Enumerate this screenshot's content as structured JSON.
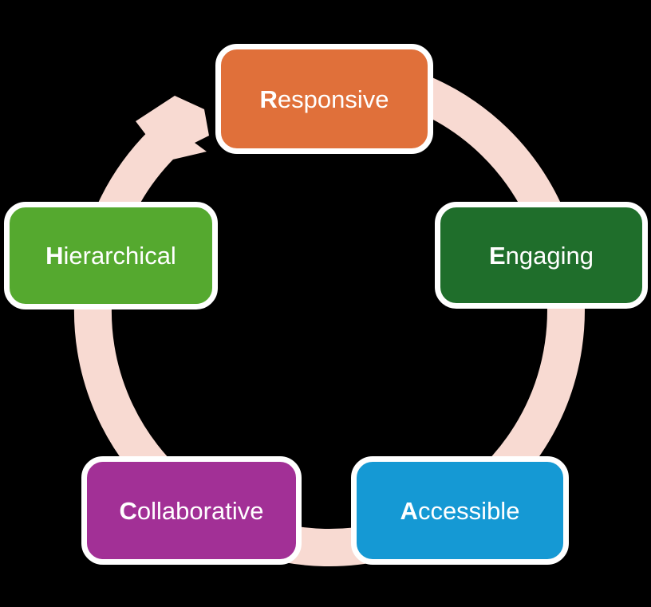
{
  "background": "#000000",
  "diagram": {
    "type": "cycle",
    "direction": "clockwise",
    "arrow_color": "#F8DAD2",
    "nodes": [
      {
        "label": "Responsive",
        "initial": "R",
        "rest": "esponsive",
        "color": "#E0703A",
        "position": "top"
      },
      {
        "label": "Engaging",
        "initial": "E",
        "rest": "ngaging",
        "color": "#1F6E2B",
        "position": "right"
      },
      {
        "label": "Accessible",
        "initial": "A",
        "rest": "ccessible",
        "color": "#1599D4",
        "position": "bottom-right"
      },
      {
        "label": "Collaborative",
        "initial": "C",
        "rest": "ollaborative",
        "color": "#A23096",
        "position": "bottom-left"
      },
      {
        "label": "Hierarchical",
        "initial": "H",
        "rest": "ierarchical",
        "color": "#55A92F",
        "position": "left"
      }
    ]
  }
}
